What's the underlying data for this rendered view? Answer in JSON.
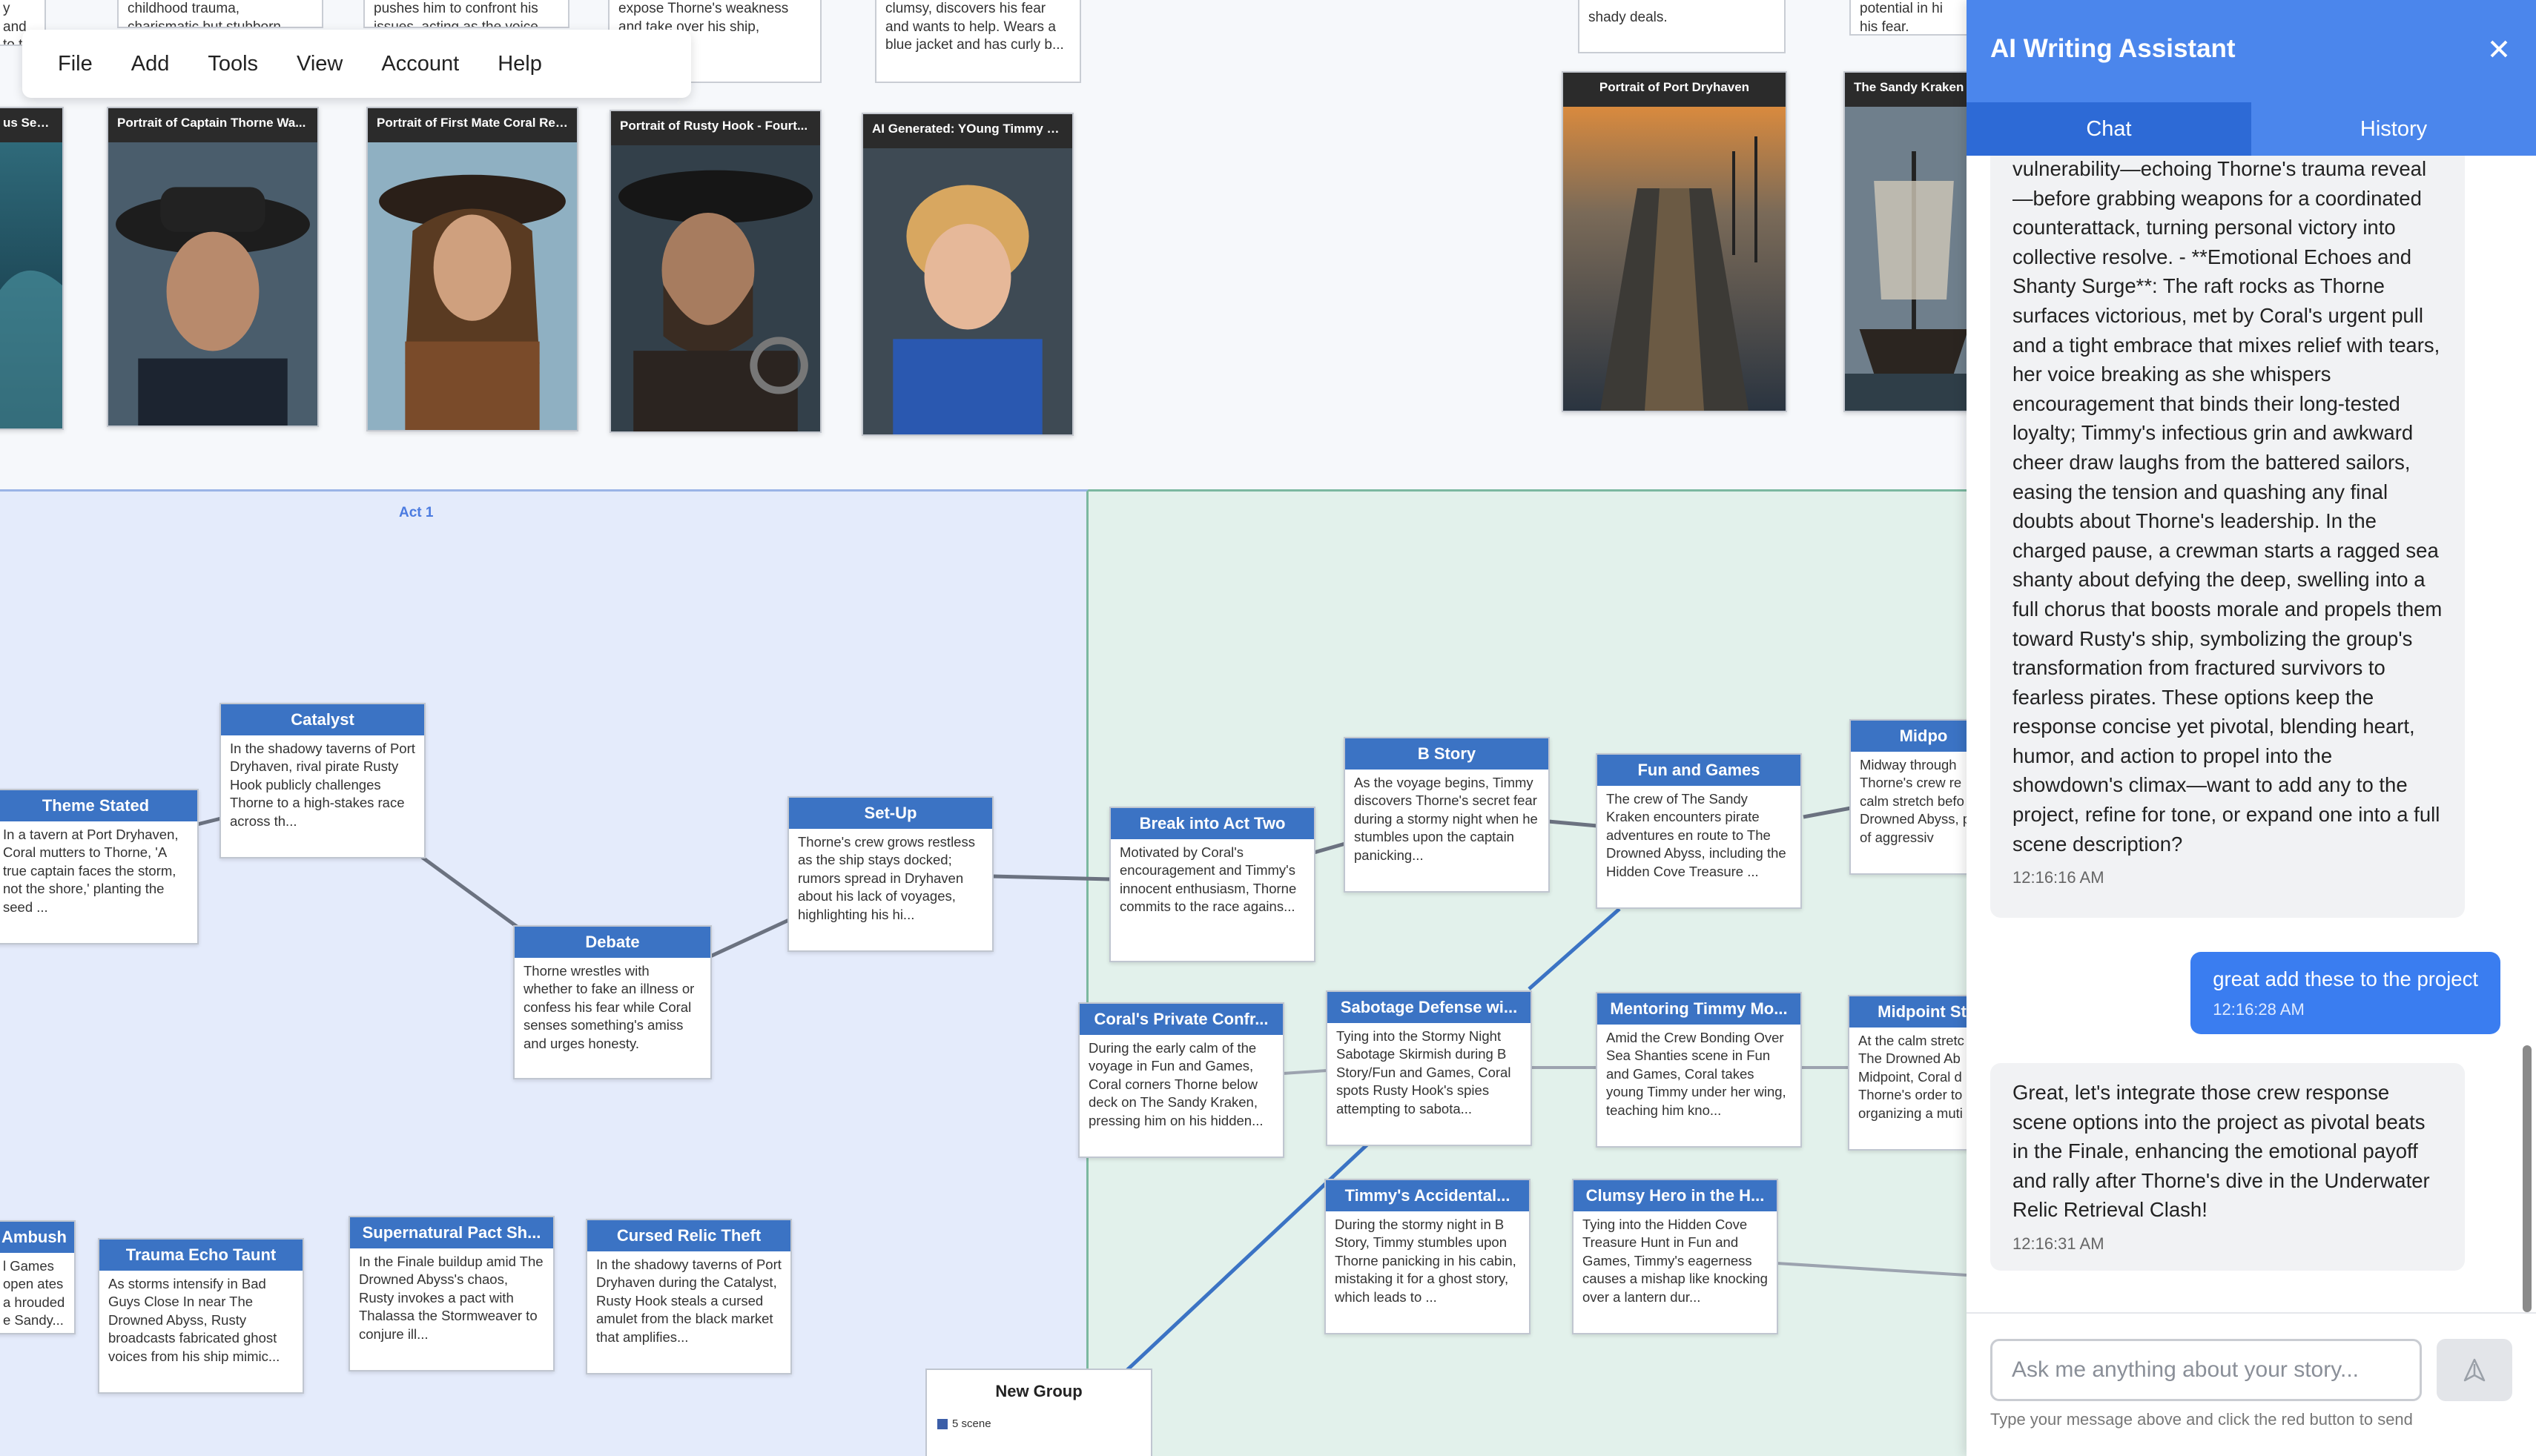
{
  "menu": [
    "File",
    "Add",
    "Tools",
    "View",
    "Account",
    "Help"
  ],
  "top_cards": [
    {
      "text": "y and\nto t"
    },
    {
      "text": "childhood trauma,\ncharismatic but stubborn"
    },
    {
      "text": "pushes him to confront his\nissues, acting as the voice"
    },
    {
      "text": "expose Thorne's weakness\nand take over his ship,\nnd ruthless."
    },
    {
      "text": "clumsy, discovers his fear\nand wants to help. Wears a\nblue jacket and has curly b..."
    },
    {
      "text": "shady deals."
    },
    {
      "text": "potential in hi\nhis fear."
    }
  ],
  "image_cards": [
    {
      "title": "us Sea..."
    },
    {
      "title": "Portrait of Captain Thorne Wa..."
    },
    {
      "title": "Portrait of First Mate Coral Reed"
    },
    {
      "title": "Portrait of Rusty Hook - Fourt..."
    },
    {
      "title": "AI Generated: YOung Timmy S..."
    },
    {
      "title": "Portrait of Port Dryhaven"
    },
    {
      "title": "The Sandy Kraken"
    }
  ],
  "regions": {
    "act1": "Act 1"
  },
  "scenes": [
    {
      "title": "Theme Stated",
      "body": "In a tavern at Port Dryhaven, Coral mutters to Thorne, 'A true captain faces the storm, not the shore,' planting the seed ..."
    },
    {
      "title": "Catalyst",
      "body": "In the shadowy taverns of Port Dryhaven, rival pirate Rusty Hook publicly challenges Thorne to a high-stakes race across th..."
    },
    {
      "title": "Debate",
      "body": "Thorne wrestles with whether to fake an illness or confess his fear while Coral senses something's amiss and urges honesty."
    },
    {
      "title": "Set-Up",
      "body": "Thorne's crew grows restless as the ship stays docked; rumors spread in Dryhaven about his lack of voyages, highlighting his hi..."
    },
    {
      "title": "Break into Act Two",
      "body": "Motivated by Coral's encouragement and Timmy's innocent enthusiasm, Thorne commits to the race agains..."
    },
    {
      "title": "B Story",
      "body": "As the voyage begins, Timmy discovers Thorne's secret fear during a stormy night when he stumbles upon the captain panicking..."
    },
    {
      "title": "Fun and Games",
      "body": "The crew of The Sandy Kraken encounters pirate adventures en route to The Drowned Abyss, including the Hidden Cove Treasure ..."
    },
    {
      "title": "Midpo",
      "body": "Midway through Thorne's crew re calm stretch befo Drowned Abyss, pod of aggressiv"
    },
    {
      "title": "Coral's Private Confr...",
      "body": "During the early calm of the voyage in Fun and Games, Coral corners Thorne below deck on The Sandy Kraken, pressing him on his hidden..."
    },
    {
      "title": "Sabotage Defense wi...",
      "body": "Tying into the Stormy Night Sabotage Skirmish during B Story/Fun and Games, Coral spots Rusty Hook's spies attempting to sabota..."
    },
    {
      "title": "Mentoring Timmy Mo...",
      "body": "Amid the Crew Bonding Over Sea Shanties scene in Fun and Games, Coral takes young Timmy under her wing, teaching him kno..."
    },
    {
      "title": "Midpoint St",
      "body": "At the calm stretc The Drowned Ab Midpoint, Coral d Thorne's order to organizing a muti"
    },
    {
      "title": "Timmy's Accidental...",
      "body": "During the stormy night in B Story, Timmy stumbles upon Thorne panicking in his cabin, mistaking it for a ghost story, which leads to ..."
    },
    {
      "title": "Clumsy Hero in the H...",
      "body": "Tying into the Hidden Cove Treasure Hunt in Fun and Games, Timmy's eagerness causes a mishap like knocking over a lantern dur..."
    },
    {
      "title": "Ambush",
      "body": "l Games open ates a hrouded e Sandy..."
    },
    {
      "title": "Trauma Echo Taunt",
      "body": "As storms intensify in Bad Guys Close In near The Drowned Abyss, Rusty broadcasts fabricated ghost voices from his ship mimic..."
    },
    {
      "title": "Supernatural Pact Sh...",
      "body": "In the Finale buildup amid The Drowned Abyss's chaos, Rusty invokes a pact with Thalassa the Stormweaver to conjure ill..."
    },
    {
      "title": "Cursed Relic Theft",
      "body": "In the shadowy taverns of Port Dryhaven during the Catalyst, Rusty Hook steals a cursed amulet from the black market that amplifies..."
    }
  ],
  "new_group": {
    "title": "New Group",
    "count": "5 scene"
  },
  "panel": {
    "title": "AI Writing Assistant",
    "tabs": [
      "Chat",
      "History"
    ],
    "messages": [
      {
        "role": "ai",
        "text": "vulnerability—echoing Thorne's trauma reveal—before grabbing weapons for a coordinated counterattack, turning personal victory into collective resolve. - **Emotional Echoes and Shanty Surge**: The raft rocks as Thorne surfaces victorious, met by Coral's urgent pull and a tight embrace that mixes relief with tears, her voice breaking as she whispers encouragement that binds their long-tested loyalty; Timmy's infectious grin and awkward cheer draw laughs from the battered sailors, easing the tension and quashing any final doubts about Thorne's leadership. In the charged pause, a crewman starts a ragged sea shanty about defying the deep, swelling into a full chorus that boosts morale and propels them toward Rusty's ship, symbolizing the group's transformation from fractured survivors to fearless pirates. These options keep the response concise yet pivotal, blending heart, humor, and action to propel into the showdown's climax—want to add any to the project, refine for tone, or expand one into a full scene description?",
        "time": "12:16:16 AM"
      },
      {
        "role": "user",
        "text": "great add these to the project",
        "time": "12:16:28 AM"
      },
      {
        "role": "ai",
        "text": "Great, let's integrate those crew response scene options into the project as pivotal beats in the Finale, enhancing the emotional payoff and rally after Thorne's dive in the Underwater Relic Retrieval Clash!",
        "time": "12:16:31 AM"
      }
    ],
    "input_placeholder": "Ask me anything about your story...",
    "hint": "Type your message above and click the red button to send"
  },
  "colors": {
    "accent": "#4b86ec",
    "scene_header": "#3b73c4",
    "act1_bg": "#e4ebfb",
    "act2_bg": "#e2f1eb"
  },
  "icons": {
    "close": "close-icon",
    "send": "send-icon"
  }
}
